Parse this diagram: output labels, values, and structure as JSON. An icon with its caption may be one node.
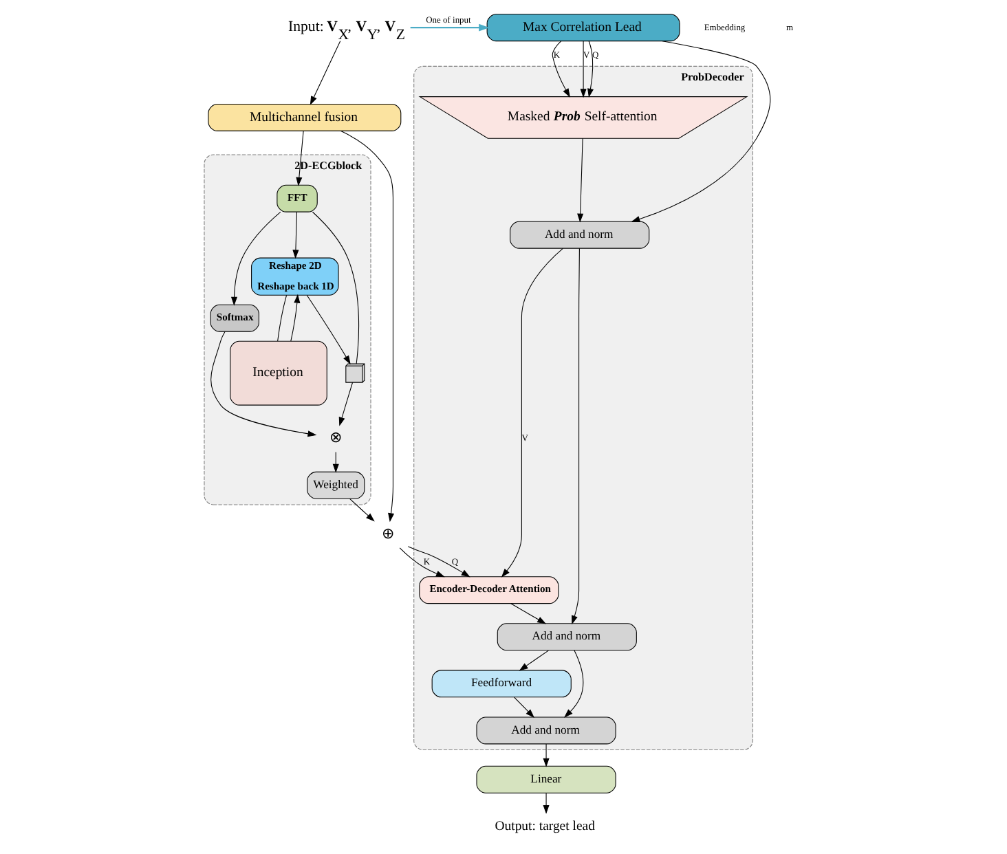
{
  "diagram": {
    "nodes": [
      {
        "text": [
          "Input: **V**$_{X}$, **V**$_{Y}$, **V**$_{Z}$"
        ]
      },
      {
        "text": [
          "Multichannel fusion"
        ]
      },
      {
        "text": [
          "2D-ECGblock"
        ]
      },
      {
        "text": [
          "FFT"
        ],
        "in": 2
      },
      {
        "text": [
          "Softmax"
        ],
        "in": 2
      },
      {
        "text": [
          "Reshape 2D",
          "Reshape back 1D"
        ],
        "in": 2
      },
      {
        "text": [
          "Inception"
        ],
        "in": 2
      },
      {
        "text": [],
        "shape": "box",
        "in": 2
      },
      {
        "text": [
          "⊗"
        ],
        "in": 2
      },
      {
        "text": [
          "Weighted"
        ],
        "in": 2
      },
      {
        "text": [
          "⊕"
        ]
      },
      {
        "text": [
          "Max Correlation Lead"
        ]
      },
      {
        "text": [
          "ProbDecoder"
        ]
      },
      {
        "text": [
          "Masked *Prob* Self-attention"
        ],
        "in": 12
      },
      {
        "text": [
          "Add and norm"
        ],
        "in": 12
      },
      {
        "text": [
          "Encoder-Decoder Attention"
        ],
        "in": 12
      },
      {
        "text": [
          "Add and norm"
        ],
        "in": 12
      },
      {
        "text": [
          "Feedforward"
        ],
        "in": 12
      },
      {
        "text": [
          "Add and norm"
        ],
        "in": 12
      },
      {
        "text": [
          "Linear"
        ]
      },
      {
        "text": [
          "Output: target lead"
        ]
      }
    ],
    "edges": [
      {
        "from": 0,
        "to": 1,
        "arrow": "to"
      },
      {
        "from": 0,
        "to": 11,
        "arrow": "to",
        "label": "One of input",
        "color": "#4bacc6"
      },
      {
        "from": 1,
        "to": 3,
        "arrow": "to"
      },
      {
        "from": 1,
        "to": 10,
        "arrow": "to"
      },
      {
        "from": 3,
        "to": 4,
        "arrow": "to"
      },
      {
        "from": 3,
        "to": 5,
        "arrow": "to"
      },
      {
        "from": 3,
        "to": 7,
        "arrow": "none"
      },
      {
        "from": 5,
        "to": 6,
        "arrow": "none"
      },
      {
        "from": 6,
        "to": 5,
        "arrow": "to"
      },
      {
        "from": 5,
        "to": 7,
        "arrow": "to"
      },
      {
        "from": 7,
        "to": 8,
        "arrow": "to"
      },
      {
        "from": 4,
        "to": 8,
        "arrow": "to"
      },
      {
        "from": 8,
        "to": 9,
        "arrow": "to"
      },
      {
        "from": 9,
        "to": 10,
        "arrow": "to"
      },
      {
        "from": 11,
        "to": 13,
        "arrow": "to",
        "label": "Q"
      },
      {
        "from": 11,
        "to": 13,
        "arrow": "to",
        "label": "K"
      },
      {
        "from": 11,
        "to": 13,
        "arrow": "to",
        "label": "V"
      },
      {
        "from": 11,
        "to": 14,
        "arrow": "to"
      },
      {
        "from": 13,
        "to": 14,
        "arrow": "to"
      },
      {
        "from": 10,
        "to": 15,
        "arrow": "to",
        "label": "Q"
      },
      {
        "from": 10,
        "to": 15,
        "arrow": "to",
        "label": "K"
      },
      {
        "from": 14,
        "to": 15,
        "arrow": "to",
        "label": "V"
      },
      {
        "from": 14,
        "to": 16,
        "arrow": "to"
      },
      {
        "from": 15,
        "to": 16,
        "arrow": "to"
      },
      {
        "from": 16,
        "to": 17,
        "arrow": "to"
      },
      {
        "from": 16,
        "to": 18,
        "arrow": "to"
      },
      {
        "from": 17,
        "to": 18,
        "arrow": "to"
      },
      {
        "from": 18,
        "to": 19,
        "arrow": "to"
      },
      {
        "from": 19,
        "to": 20,
        "arrow": "to"
      }
    ],
    "labels": [
      "Embedding",
      "m"
    ]
  }
}
